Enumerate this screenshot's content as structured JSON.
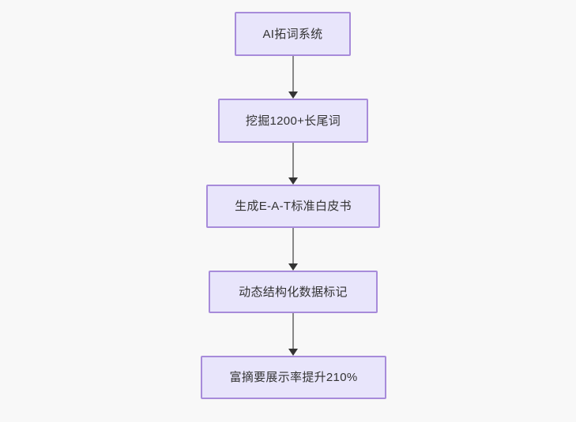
{
  "diagram": {
    "type": "flowchart",
    "orientation": "top-to-bottom",
    "background_color": "#f8f8f8",
    "node_fill_color": "#e8e5fb",
    "node_border_color": "#a78bda",
    "node_text_color": "#333333",
    "connector_color": "#888888",
    "arrowhead_color": "#333333",
    "nodes": [
      {
        "id": "node-1",
        "label": "AI拓词系统"
      },
      {
        "id": "node-2",
        "label": "挖掘1200+长尾词"
      },
      {
        "id": "node-3",
        "label": "生成E-A-T标准白皮书"
      },
      {
        "id": "node-4",
        "label": "动态结构化数据标记"
      },
      {
        "id": "node-5",
        "label": "富摘要展示率提升210%"
      }
    ],
    "edges": [
      {
        "id": "edge-1",
        "from": "node-1",
        "to": "node-2"
      },
      {
        "id": "edge-2",
        "from": "node-2",
        "to": "node-3"
      },
      {
        "id": "edge-3",
        "from": "node-3",
        "to": "node-4"
      },
      {
        "id": "edge-4",
        "from": "node-4",
        "to": "node-5"
      }
    ]
  }
}
